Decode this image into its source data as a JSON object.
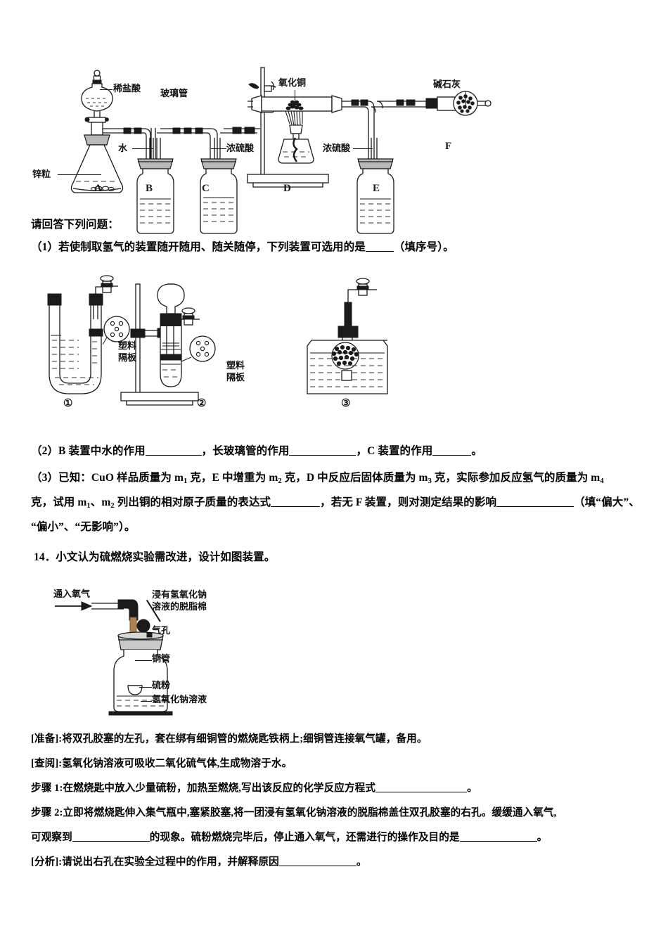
{
  "document": {
    "type": "chemistry-exam-worksheet",
    "language": "zh-CN"
  },
  "figure1": {
    "name": "hydrogen-reduces-copper-oxide-apparatus",
    "labels": {
      "dilute_hydrochloric_acid": "稀盐酸",
      "glass_tube": "玻璃管",
      "copper_oxide": "氧化铜",
      "soda_lime": "碱石灰",
      "zinc_granules": "锌粒",
      "water": "水",
      "concentrated_sulfuric_acid_c": "浓硫酸",
      "concentrated_sulfuric_acid_e": "浓硫酸"
    },
    "captions": [
      "A",
      "B",
      "C",
      "D",
      "E",
      "F"
    ]
  },
  "prompt": "请回答下列问题：",
  "q1": {
    "prefix": "（1）若使制取氢气的装置随开随用、随关随停，下列装置可选用的是",
    "suffix": "（填序号）。"
  },
  "figure2": {
    "name": "hydrogen-generator-options",
    "labels": {
      "plastic_partition_line1": "塑料",
      "plastic_partition_line2": "隔板"
    },
    "captions": [
      "①",
      "②",
      "③"
    ]
  },
  "q2": {
    "seg1": "（2）B 装置中水的作用",
    "seg2": "，长玻璃管的作用",
    "seg3": "，C 装置的作用",
    "seg4": "。"
  },
  "q3": {
    "line1_a": "（3）已知：CuO 样品质量为 m",
    "line1_sub1": "1",
    "line1_b": " 克，E 中增重为 m",
    "line1_sub2": "2",
    "line1_c": " 克，D 中反应后固体质量为 m",
    "line1_sub3": "3",
    "line1_d": " 克，实际参加反应氢气的质量为 m",
    "line1_sub4": "4",
    "line2_a": "克，试用 m",
    "line2_sub1": "1",
    "line2_b": "、m",
    "line2_sub2": "2",
    "line2_c": " 列出铜的相对原子质量的表达式",
    "line2_d": "，若无 F 装置，则对测定结果的影响",
    "line2_e": "（填“偏大”、",
    "line3": "“偏小”、“无影响”）。"
  },
  "q14": {
    "stem": "14．小文认为硫燃烧实验需改进，设计如图装置。"
  },
  "figure3": {
    "name": "sulfur-combustion-improved-apparatus",
    "labels": {
      "oxygen_inlet": "通入氧气",
      "cotton_line1": "浸有氢氧化钠",
      "cotton_line2": "溶液的脱脂棉",
      "air_hole": "气孔",
      "copper_tube": "铜管",
      "sulfur_powder": "硫粉",
      "sodium_hydroxide_solution": "氢氧化钠溶液"
    },
    "copper_tube_color": "#b08050"
  },
  "prep": "[准备]:将双孔胶塞的左孔，套在绑有细铜管的燃烧匙铁柄上;细铜管连接氧气罐，备用。",
  "lookup": "[查阅]:氢氧化钠溶液可吸收二氧化硫气体,生成物溶于水。",
  "step1": {
    "a": "步骤 1:在燃烧匙中放入少量硫粉，加热至燃烧,写出该反应的化学反应方程式",
    "b": "。"
  },
  "step2": {
    "a": "步骤 2:立即将燃烧匙伸入集气瓶中,塞紧胶塞,将一团浸有氢氧化钠溶液的脱脂棉盖住双孔胶塞的右孔。缓缓通入氧气,",
    "b": "可观察到",
    "c": "的现象。硫粉燃烧完毕后，停止通入氧气，还需进行的操作及目的是",
    "d": "。"
  },
  "analysis": {
    "a": "[分析]:请说出右孔在实验全过程中的作用，并解释原因",
    "b": "。"
  }
}
